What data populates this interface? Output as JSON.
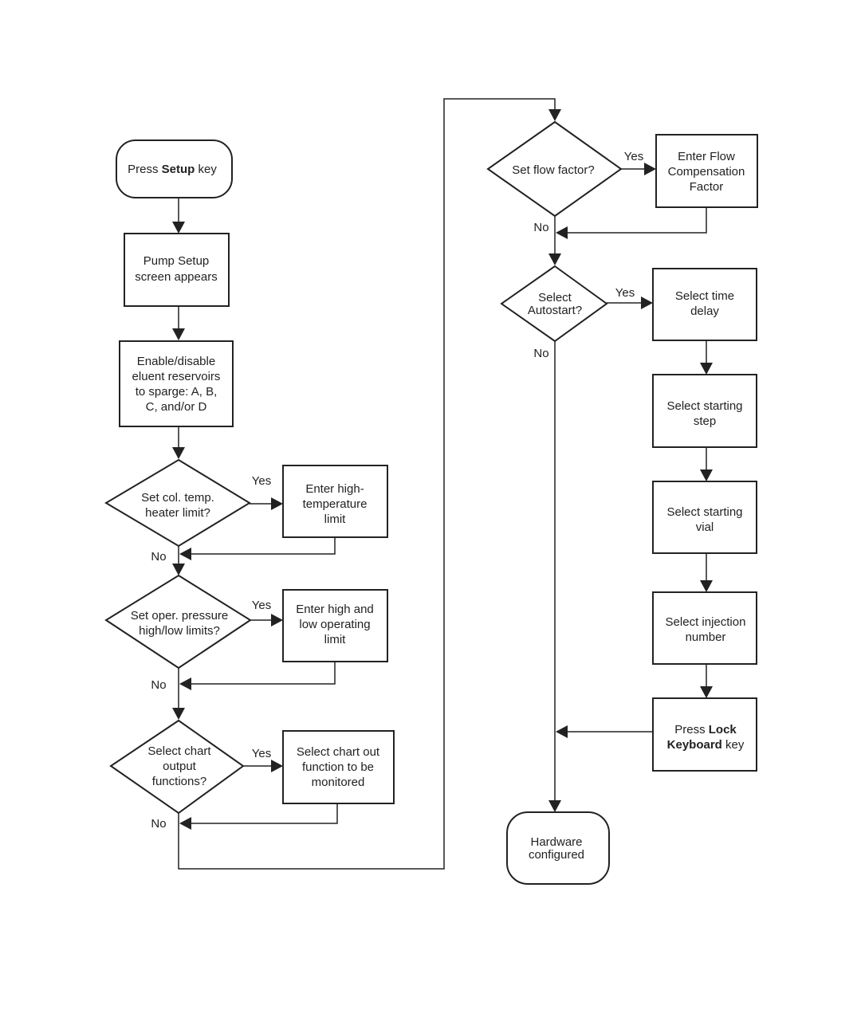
{
  "nodes": {
    "start": [
      "Press ",
      "Setup",
      " key"
    ],
    "pump_setup": [
      "Pump Setup",
      "screen appears"
    ],
    "reservoirs": [
      "Enable/disable",
      "eluent reservoirs",
      "to sparge: A, B,",
      "C, and/or D"
    ],
    "q_col_temp": [
      "Set col. temp.",
      "heater limit?"
    ],
    "enter_high_temp": [
      "Enter high-",
      "temperature",
      "limit"
    ],
    "q_pressure": [
      "Set oper. pressure",
      "high/low limits?"
    ],
    "enter_pressure": [
      "Enter high and",
      "low operating",
      "limit"
    ],
    "q_chart": [
      "Select chart",
      "output",
      "functions?"
    ],
    "select_chart_out": [
      "Select chart out",
      "function to be",
      "monitored"
    ],
    "q_flow": [
      "Set flow factor?"
    ],
    "enter_flow": [
      "Enter Flow",
      "Compensation",
      "Factor"
    ],
    "q_autostart": [
      "Select",
      "Autostart?"
    ],
    "time_delay": [
      "Select time",
      "delay"
    ],
    "starting_step": [
      "Select starting",
      "step"
    ],
    "starting_vial": [
      "Select starting",
      "vial"
    ],
    "injection_number": [
      "Select injection",
      "number"
    ],
    "lock_keyboard_1": [
      "Press ",
      "Lock"
    ],
    "lock_keyboard_2": [
      "Keyboard",
      " key"
    ],
    "end": [
      "Hardware",
      "configured"
    ]
  },
  "edge_labels": {
    "yes": "Yes",
    "no": "No"
  }
}
